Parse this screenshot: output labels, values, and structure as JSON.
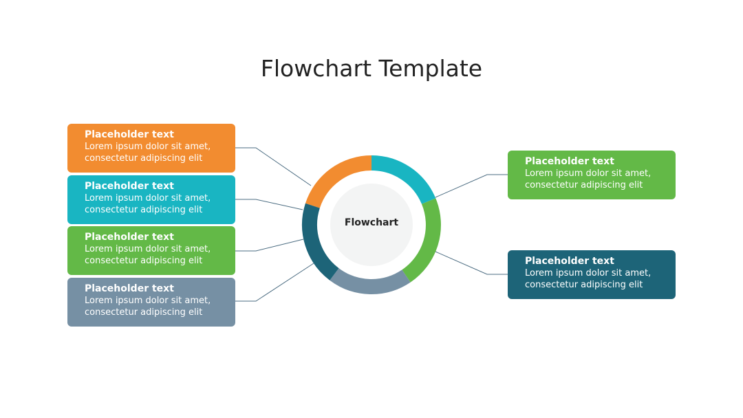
{
  "title": "Flowchart Template",
  "center": {
    "label": "Flowchart"
  },
  "colors": {
    "orange": "#F28C30",
    "teal": "#19B5C2",
    "green": "#63B947",
    "gray_blue": "#7690A4",
    "dark_teal": "#1D6478",
    "connector": "#4A6B80",
    "center_fill": "#F3F4F4"
  },
  "left_items": [
    {
      "heading": "Placeholder text",
      "body": "Lorem ipsum dolor sit amet,\nconsectetur adipiscing elit"
    },
    {
      "heading": "Placeholder text",
      "body": "Lorem ipsum dolor sit amet,\nconsectetur adipiscing elit"
    },
    {
      "heading": "Placeholder text",
      "body": "Lorem ipsum dolor sit amet,\nconsectetur adipiscing elit"
    },
    {
      "heading": "Placeholder text",
      "body": "Lorem ipsum dolor sit amet,\nconsectetur adipiscing elit"
    }
  ],
  "right_items": [
    {
      "heading": "Placeholder text",
      "body": "Lorem ipsum dolor sit amet,\nconsectetur adipiscing elit"
    },
    {
      "heading": "Placeholder text",
      "body": "Lorem ipsum dolor sit amet,\nconsectetur adipiscing elit"
    }
  ]
}
